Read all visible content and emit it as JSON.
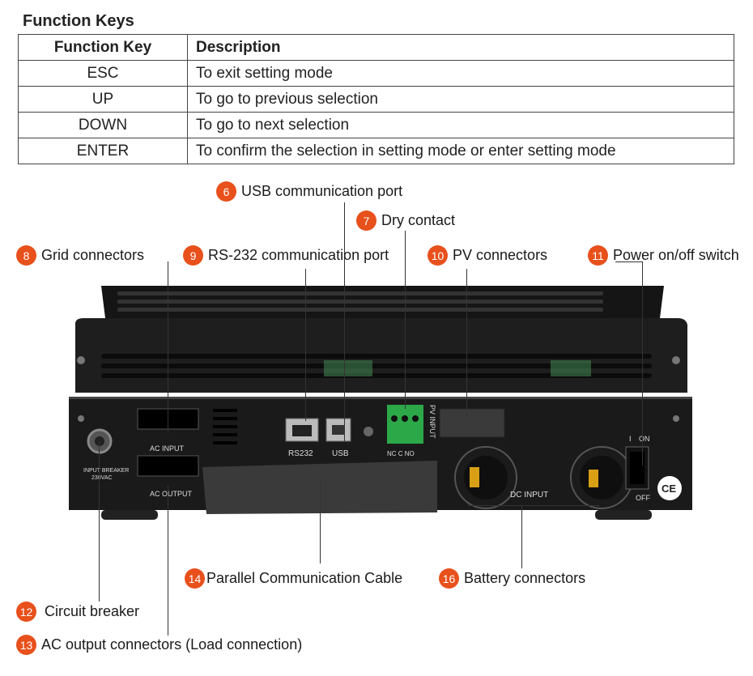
{
  "heading": "Function Keys",
  "table": {
    "headers": [
      "Function Key",
      "Description"
    ],
    "rows": [
      {
        "key": "ESC",
        "desc": "To exit setting mode"
      },
      {
        "key": "UP",
        "desc": "To go to previous selection"
      },
      {
        "key": "DOWN",
        "desc": "To go to next selection"
      },
      {
        "key": "ENTER",
        "desc": "To confirm the selection in setting mode or enter setting mode"
      }
    ]
  },
  "callouts": [
    {
      "num": "6",
      "label": "USB communication port"
    },
    {
      "num": "7",
      "label": "Dry contact"
    },
    {
      "num": "8",
      "label": "Grid connectors"
    },
    {
      "num": "9",
      "label": "RS-232 communication port"
    },
    {
      "num": "10",
      "label": "PV connectors"
    },
    {
      "num": "11",
      "label": "Power on/off switch"
    },
    {
      "num": "12",
      "label": "Circuit breaker"
    },
    {
      "num": "13",
      "label": "AC output connectors (Load connection)"
    },
    {
      "num": "14",
      "label": "Parallel Communication Cable"
    },
    {
      "num": "16",
      "label": "Battery connectors"
    }
  ],
  "device_labels": {
    "ac_input": "AC INPUT",
    "ac_output": "AC OUTPUT",
    "rs232": "RS232",
    "usb": "USB",
    "dry_contact": "NC C NO",
    "pv_input": "PV INPUT",
    "dc_input": "DC INPUT",
    "input_breaker": "INPUT BREAKER",
    "breaker_rating": "230VAC",
    "on": "ON",
    "off": "OFF",
    "switch_on_mark": "I",
    "ce": "CE"
  },
  "colors": {
    "badge": "#e8501c",
    "device_body": "#1c1c1c"
  }
}
